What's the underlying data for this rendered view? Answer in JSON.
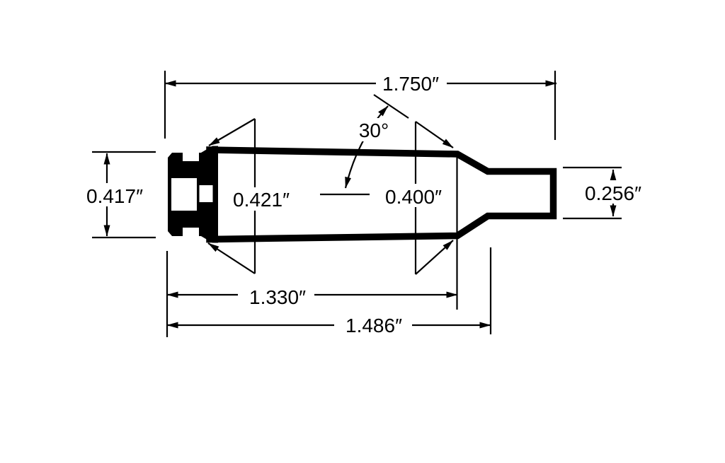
{
  "diagram": {
    "background_color": "#ffffff",
    "line_color": "#000000",
    "labels": {
      "overall_length": "1.750″",
      "shoulder_angle": "30°",
      "rim_diameter": "0.417″",
      "body_diameter": "0.421″",
      "shoulder_diameter": "0.400″",
      "neck_diameter": "0.256″",
      "base_to_shoulder": "1.330″",
      "base_to_neck": "1.486″"
    }
  }
}
